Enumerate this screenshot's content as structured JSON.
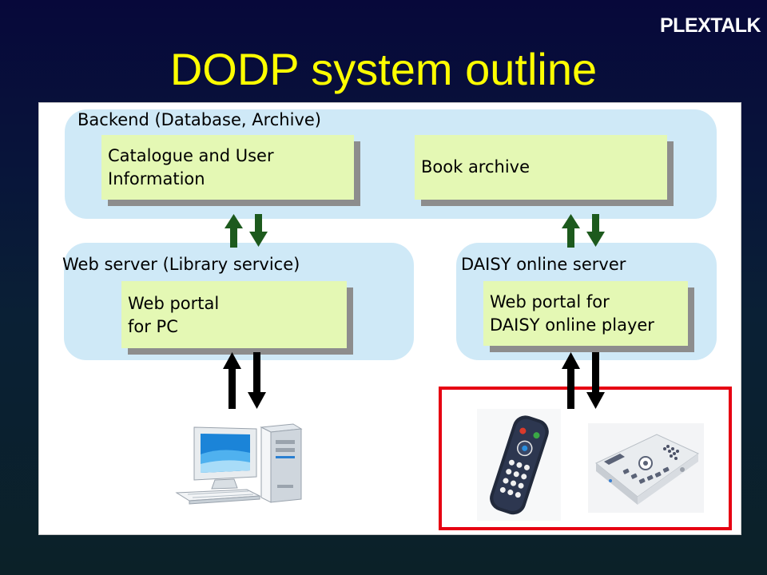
{
  "logo": {
    "text": "PLEXTALK"
  },
  "title": "DODP system outline",
  "backend": {
    "label": "Backend (Database, Archive)",
    "catalogue_box": {
      "line1": "Catalogue and User",
      "line2": "Information"
    },
    "archive_box": "Book archive"
  },
  "web_server": {
    "label": "Web server (Library service)",
    "portal_box": {
      "line1": "Web portal",
      "line2": "for PC"
    }
  },
  "daisy_server": {
    "label": "DAISY online server",
    "portal_box": {
      "line1": "Web portal for",
      "line2": "DAISY online player"
    }
  },
  "colors": {
    "title": "#ffff00",
    "group_fill": "#cfe9f7",
    "box_fill": "#e4f8b4",
    "box_shadow": "#8d8d8d",
    "arrow_green": "#1d5a1d",
    "arrow_black": "#000000",
    "highlight": "#e60012"
  },
  "icons": [
    "desktop-pc-icon",
    "remote-player-image",
    "desktop-player-image"
  ]
}
